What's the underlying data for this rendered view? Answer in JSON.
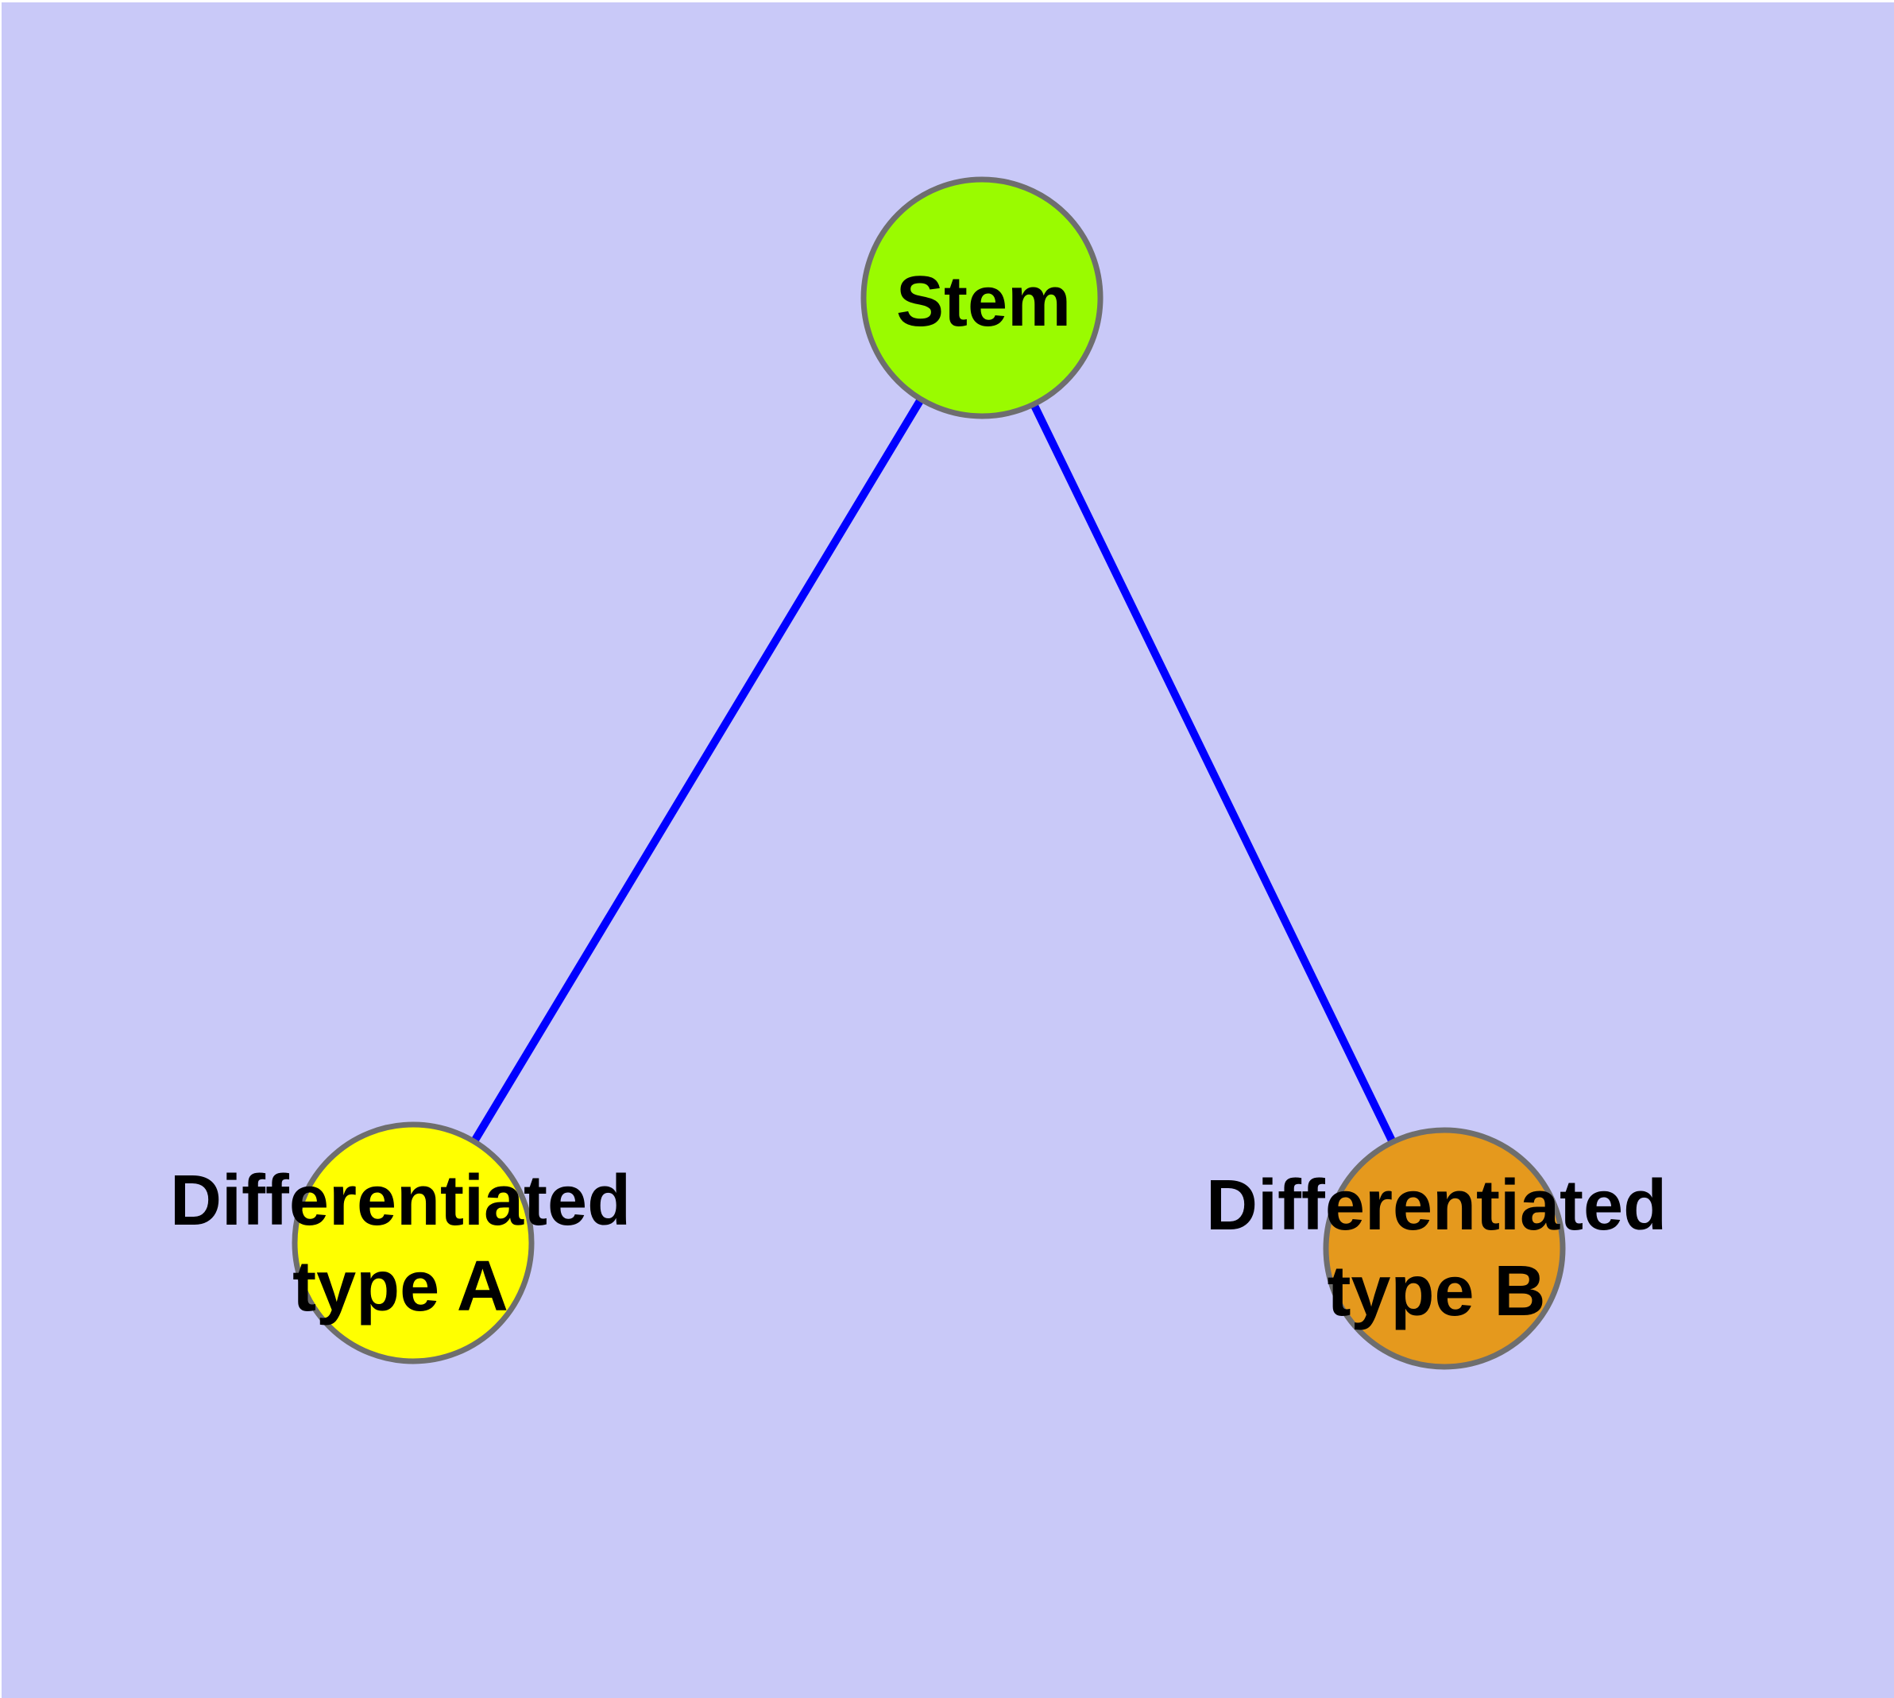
{
  "diagram": {
    "background_color": "#C9C9F8",
    "frame_color": "#FFFFFF",
    "edge_color": "#0000FF",
    "node_border_color": "#6E6E6E",
    "text_color": "#000000",
    "nodes": [
      {
        "id": "stem",
        "label": "Stem",
        "fill": "#9AFB00"
      },
      {
        "id": "type-a",
        "label_line1": "Differentiated",
        "label_line2": "type A",
        "fill": "#FFFF00"
      },
      {
        "id": "type-b",
        "label_line1": "Differentiated",
        "label_line2": "type B",
        "fill": "#E5991D"
      }
    ],
    "edges": [
      {
        "from": "Stem",
        "to": "Differentiated type A"
      },
      {
        "from": "Stem",
        "to": "Differentiated type B"
      }
    ]
  }
}
